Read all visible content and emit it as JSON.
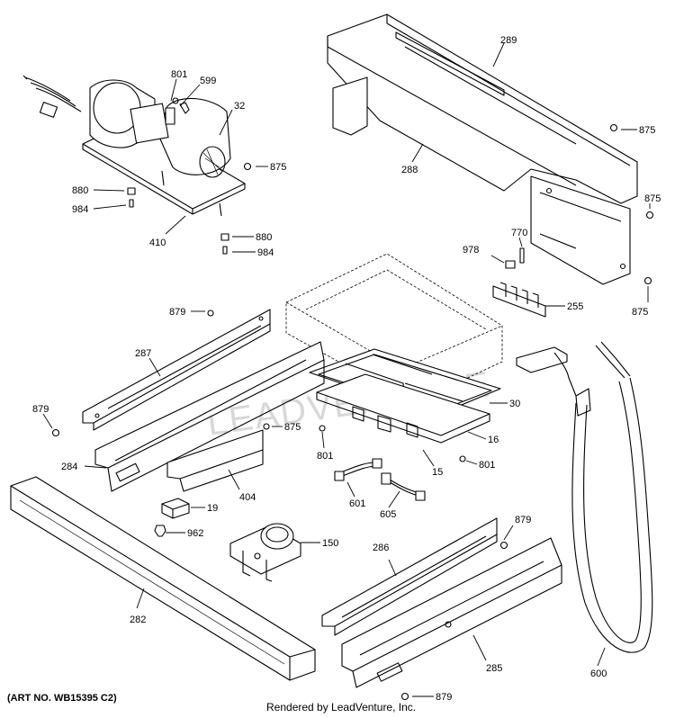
{
  "footer": {
    "art_number": "(ART NO. WB15395 C2)",
    "rendered_by": "Rendered by LeadVenture, Inc."
  },
  "watermark": "LEADVENTURE",
  "callouts": {
    "c801_top": "801",
    "c599": "599",
    "c32": "32",
    "c875_blower": "875",
    "c880_left": "880",
    "c984_left": "984",
    "c410": "410",
    "c880_right": "880",
    "c984_right": "984",
    "c289": "289",
    "c288": "288",
    "c875_top": "875",
    "c875_mid": "875",
    "c770": "770",
    "c978": "978",
    "c255": "255",
    "c875_right": "875",
    "c879_top": "879",
    "c287": "287",
    "c879_left": "879",
    "c875_center": "875",
    "c284": "284",
    "c404": "404",
    "c19": "19",
    "c962": "962",
    "c150": "150",
    "c282": "282",
    "c30": "30",
    "c16": "16",
    "c801_left": "801",
    "c15": "15",
    "c801_right": "801",
    "c601": "601",
    "c605": "605",
    "c286": "286",
    "c879_lower": "879",
    "c285": "285",
    "c600": "600",
    "c879_bottom": "879"
  }
}
